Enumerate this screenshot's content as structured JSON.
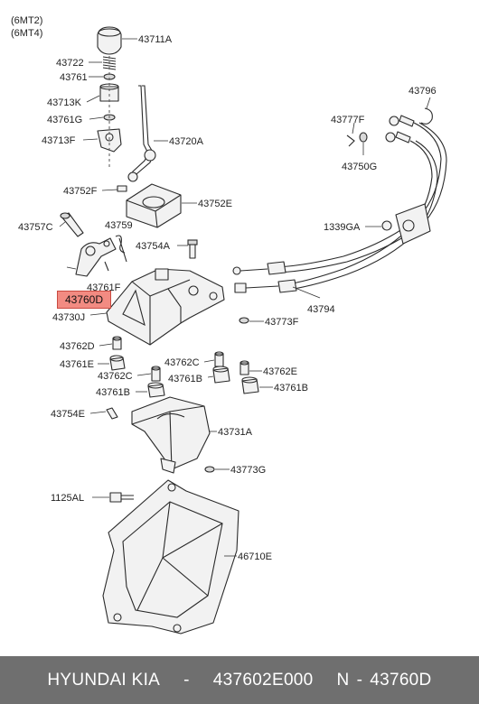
{
  "variants": [
    "(6MT2)",
    "(6MT4)"
  ],
  "labels": {
    "p43711A": "43711A",
    "p43722": "43722",
    "p43761": "43761",
    "p43713K": "43713K",
    "p43761G": "43761G",
    "p43713F": "43713F",
    "p43720A": "43720A",
    "p43752F": "43752F",
    "p43752E": "43752E",
    "p43757C": "43757C",
    "p43759": "43759",
    "p43754A": "43754A",
    "p43761F": "43761F",
    "p43730J": "43730J",
    "p43773F": "43773F",
    "p43762D": "43762D",
    "p43761E": "43761E",
    "p43762C_left": "43762C",
    "p43761B_left": "43761B",
    "p43762C_mid": "43762C",
    "p43761B_mid": "43761B",
    "p43762E": "43762E",
    "p43761B_right": "43761B",
    "p43754E": "43754E",
    "p43731A": "43731A",
    "p43773G": "43773G",
    "p1125AL": "1125AL",
    "p46710E": "46710E",
    "p43796": "43796",
    "p43777F": "43777F",
    "p43750G": "43750G",
    "p1339GA": "1339GA",
    "p43794": "43794"
  },
  "highlight": {
    "label": "43760D",
    "color": "#f28b82"
  },
  "footer": {
    "brand": "HYUNDAI  KIA",
    "sep1": "-",
    "part_number": "437602E000",
    "prefix": "N",
    "sep2": "-",
    "part_code": "43760D",
    "background": "#6f6f6f"
  }
}
